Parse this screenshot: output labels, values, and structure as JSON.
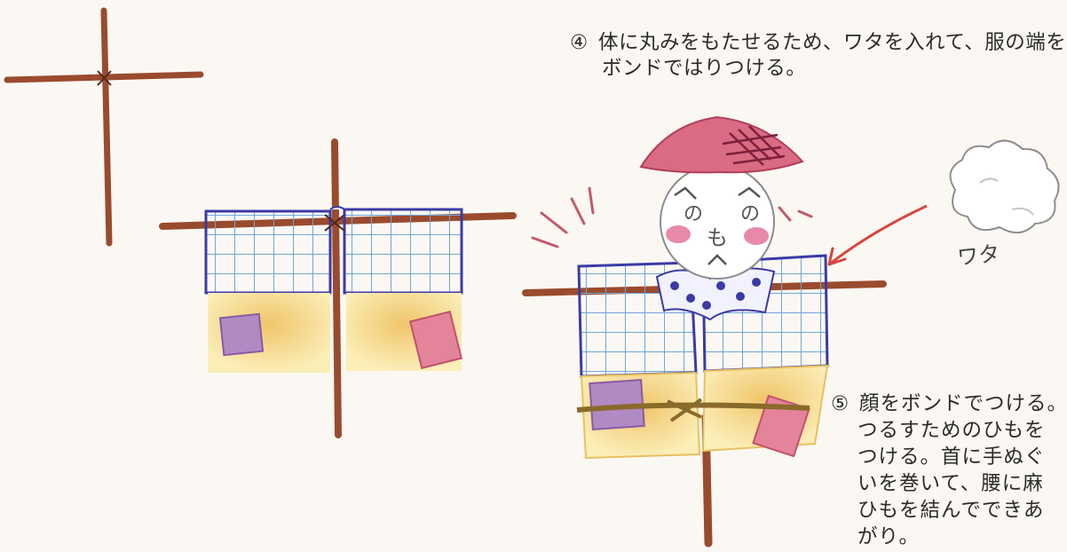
{
  "step4": {
    "number": "④",
    "line1": "体に丸みをもたせるため、ワタを入れて、服の端を",
    "line2": "ボンドではりつける。"
  },
  "step5": {
    "number": "⑤",
    "lines": [
      "顔をボンドでつける。",
      "つるすためのひもを",
      "つける。首に手ぬぐ",
      "いを巻いて、腰に麻",
      "ひもを結んでできあ",
      "がり。"
    ]
  },
  "labels": {
    "cotton": "ワタ"
  },
  "colors": {
    "stick": "#9a4b2e",
    "shirt_outline": "#3b3aa6",
    "shirt_grid": "#6fa7d6",
    "pants": "#f3dc8a",
    "hat": "#c94a68",
    "arrow": "#d9453f"
  },
  "icons": {
    "cross-stick": "stick-cross-illustration",
    "scarecrow-shirt": "shirt-on-cross-illustration",
    "scarecrow": "finished-scarecrow-illustration",
    "cotton": "cotton-cloud-illustration"
  }
}
